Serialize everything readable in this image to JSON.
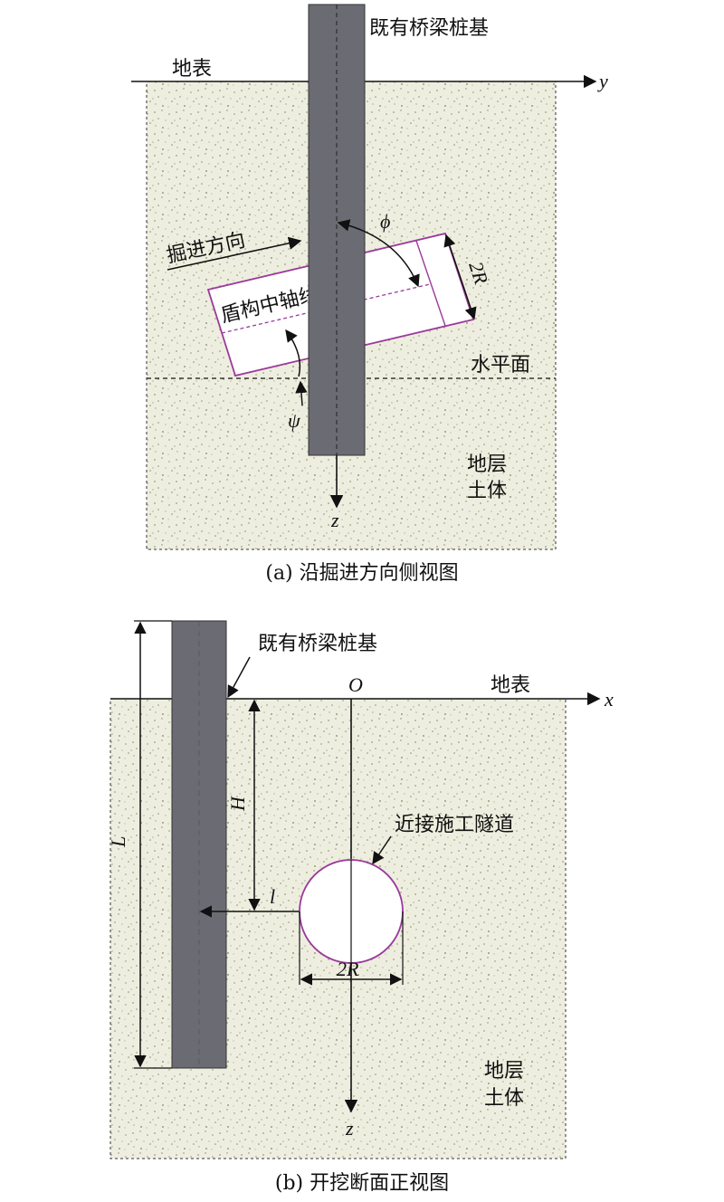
{
  "panel_a": {
    "pile_label": "既有桥梁桩基",
    "ground_label": "地表",
    "y_axis": "y",
    "z_axis": "z",
    "phi": "ϕ",
    "psi": "ψ",
    "radius_label": "2R",
    "advance_label": "掘进方向",
    "axis_label": "盾构中轴线",
    "horizontal_label": "水平面",
    "soil_line1": "地层",
    "soil_line2": "土体",
    "caption": "(a) 沿掘进方向侧视图"
  },
  "panel_b": {
    "pile_label": "既有桥梁桩基",
    "ground_label": "地表",
    "origin": "O",
    "x_axis": "x",
    "z_axis": "z",
    "L": "L",
    "H": "H",
    "l": "l",
    "radius_label": "2R",
    "tunnel_label": "近接施工隧道",
    "soil_line1": "地层",
    "soil_line2": "土体",
    "caption": "(b) 开挖断面正视图"
  },
  "colors": {
    "pile": "#6b6b73",
    "tunnel_outline": "#9b3a9b",
    "soil": "#eeeee0"
  }
}
